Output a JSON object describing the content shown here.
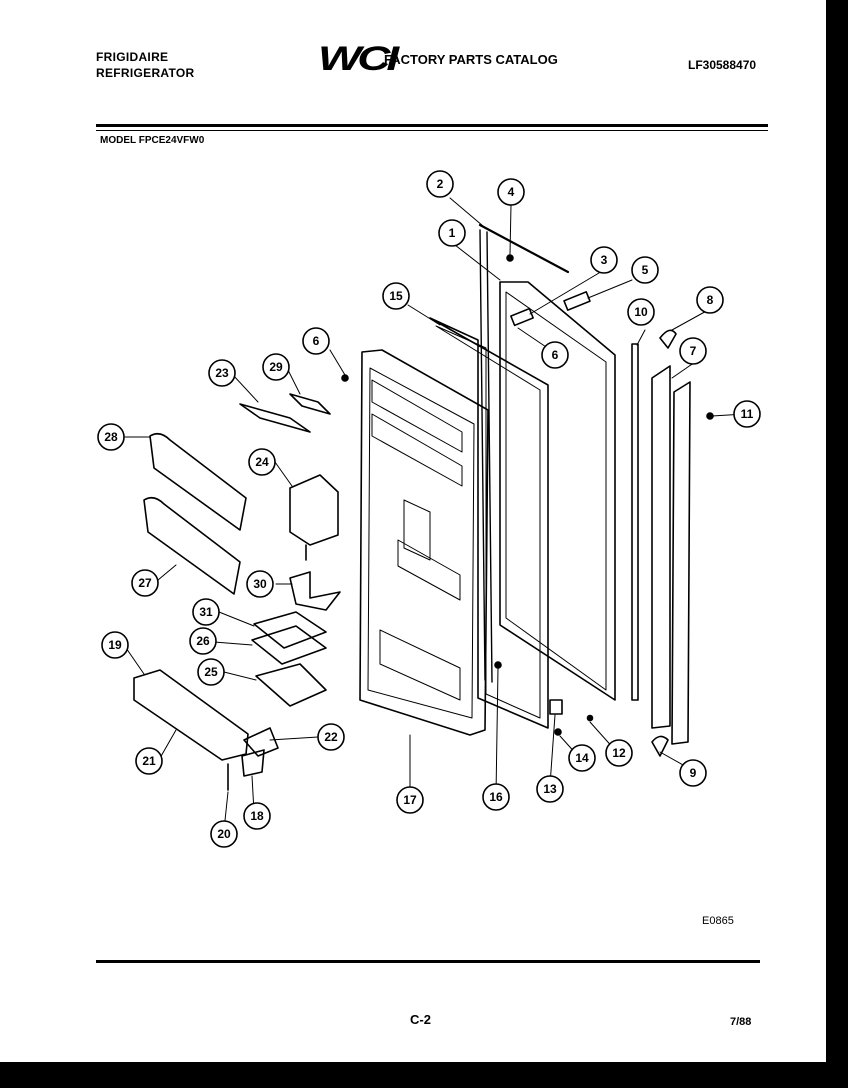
{
  "header": {
    "brand_line1": "FRIGIDAIRE",
    "brand_line2": "REFRIGERATOR",
    "logo_text": "WCI",
    "catalog_title": "FACTORY PARTS CATALOG",
    "catalog_number": "LF30588470",
    "model": "MODEL FPCE24VFW0"
  },
  "diagram": {
    "code": "E0865",
    "callouts": [
      "1",
      "2",
      "3",
      "4",
      "5",
      "6",
      "6",
      "7",
      "8",
      "9",
      "10",
      "11",
      "12",
      "13",
      "14",
      "15",
      "16",
      "17",
      "18",
      "19",
      "20",
      "21",
      "22",
      "23",
      "24",
      "25",
      "26",
      "27",
      "28",
      "29",
      "30",
      "31"
    ]
  },
  "footer": {
    "page": "C-2",
    "date": "7/88"
  }
}
